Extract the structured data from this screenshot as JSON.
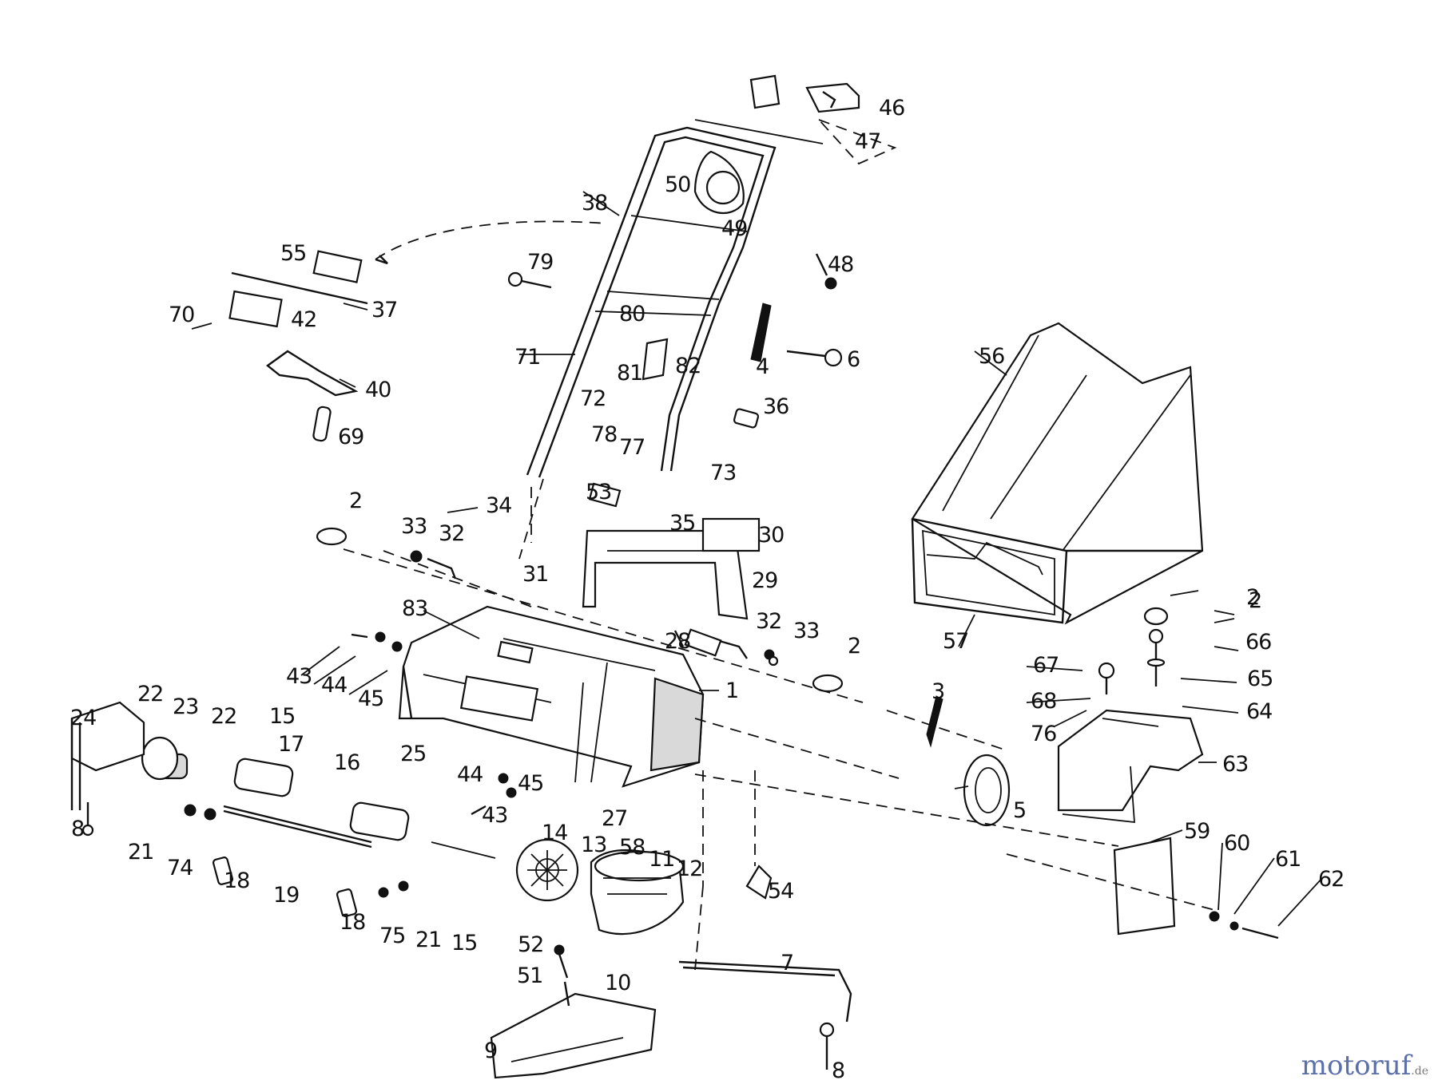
{
  "watermark": {
    "brand": "motoruf",
    "suffix": ".de"
  },
  "part_labels": [
    "1",
    "2",
    "2",
    "2",
    "2",
    "3",
    "4",
    "5",
    "6",
    "7",
    "8",
    "8",
    "9",
    "10",
    "11",
    "12",
    "13",
    "14",
    "15",
    "15",
    "16",
    "17",
    "18",
    "18",
    "19",
    "21",
    "21",
    "22",
    "22",
    "23",
    "24",
    "25",
    "27",
    "28",
    "29",
    "30",
    "31",
    "32",
    "32",
    "33",
    "33",
    "34",
    "35",
    "36",
    "37",
    "38",
    "40",
    "42",
    "43",
    "43",
    "44",
    "44",
    "45",
    "45",
    "46",
    "47",
    "48",
    "49",
    "50",
    "51",
    "52",
    "53",
    "54",
    "55",
    "56",
    "57",
    "58",
    "59",
    "60",
    "61",
    "62",
    "63",
    "64",
    "65",
    "66",
    "67",
    "68",
    "69",
    "70",
    "71",
    "72",
    "73",
    "74",
    "75",
    "76",
    "77",
    "78",
    "79",
    "80",
    "81",
    "82",
    "83"
  ]
}
